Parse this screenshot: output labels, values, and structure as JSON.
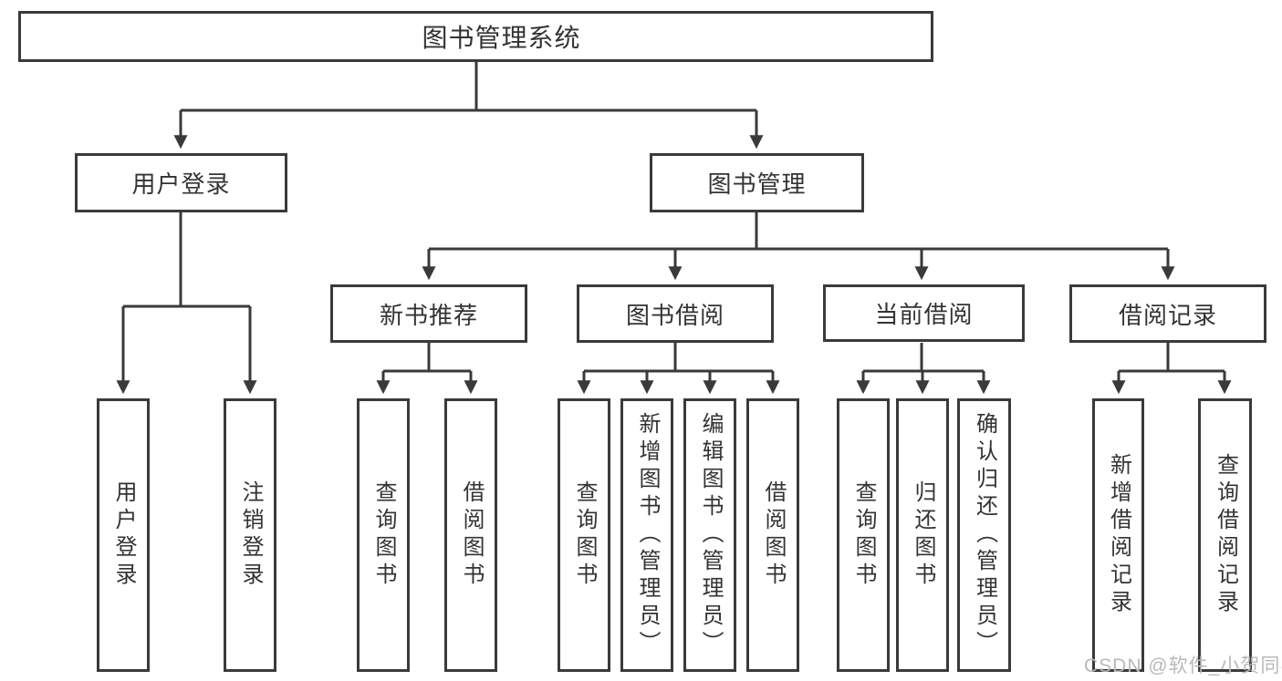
{
  "diagram": {
    "tree": {
      "root": "图书管理系统",
      "branches": [
        {
          "label": "用户登录",
          "children": [
            "用户登录",
            "注销登录"
          ]
        },
        {
          "label": "图书管理",
          "groups": [
            {
              "label": "新书推荐",
              "children": [
                "查询图书",
                "借阅图书"
              ]
            },
            {
              "label": "图书借阅",
              "children": [
                "查询图书",
                "新增图书（管理员）",
                "编辑图书（管理员）",
                "借阅图书"
              ]
            },
            {
              "label": "当前借阅",
              "children": [
                "查询图书",
                "归还图书",
                "确认归还（管理员）"
              ]
            },
            {
              "label": "借阅记录",
              "children": [
                "新增借阅记录",
                "查询借阅记录"
              ]
            }
          ]
        }
      ]
    },
    "colors": {
      "line": "#3a3a3a",
      "text": "#333333",
      "watermark": "#b9b9b9",
      "background": "#ffffff"
    },
    "watermark": "CSDN @软件_小贺同学"
  }
}
